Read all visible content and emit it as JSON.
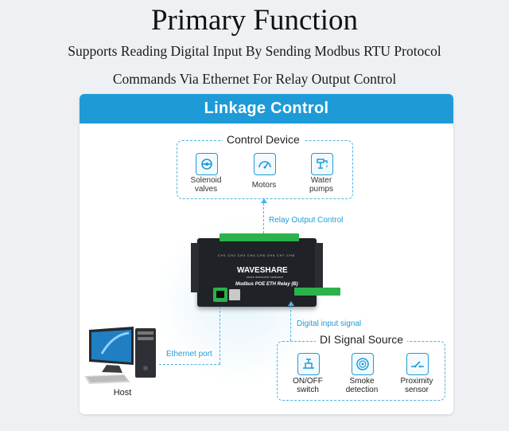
{
  "header": {
    "title": "Primary Function",
    "subtitle_line1": "Supports Reading Digital Input By Sending Modbus RTU Protocol",
    "subtitle_line2": "Commands Via Ethernet For Relay Output Control"
  },
  "diagram": {
    "title": "Linkage Control",
    "control_device": {
      "title": "Control Device",
      "items": [
        {
          "label_line1": "Solenoid",
          "label_line2": "valves",
          "icon": "solenoid-valve-icon"
        },
        {
          "label_line1": "Motors",
          "label_line2": "",
          "icon": "motor-icon"
        },
        {
          "label_line1": "Water",
          "label_line2": "pumps",
          "icon": "water-pump-icon"
        }
      ]
    },
    "relay_output_label": "Relay Output Control",
    "module": {
      "brand": "WAVESHARE",
      "brand_sub": "share awesome hardware",
      "model": "Modbus POE ETH Relay (B)",
      "channels": "CH1  CH2  CH3  CH4  CH5  CH6  CH7  CH8"
    },
    "digital_input_label": "Digital input signal",
    "ethernet_label": "Ethernet port",
    "host_label": "Host",
    "di_source": {
      "title": "DI Signal Source",
      "items": [
        {
          "label_line1": "ON/OFF",
          "label_line2": "switch",
          "icon": "on-off-switch-icon"
        },
        {
          "label_line1": "Smoke",
          "label_line2": "detection",
          "icon": "smoke-detector-icon"
        },
        {
          "label_line1": "Proximity",
          "label_line2": "sensor",
          "icon": "proximity-sensor-icon"
        }
      ]
    }
  },
  "colors": {
    "accent": "#1e9bd7",
    "terminal_green": "#2bb24c",
    "module_body": "#1f2226"
  }
}
